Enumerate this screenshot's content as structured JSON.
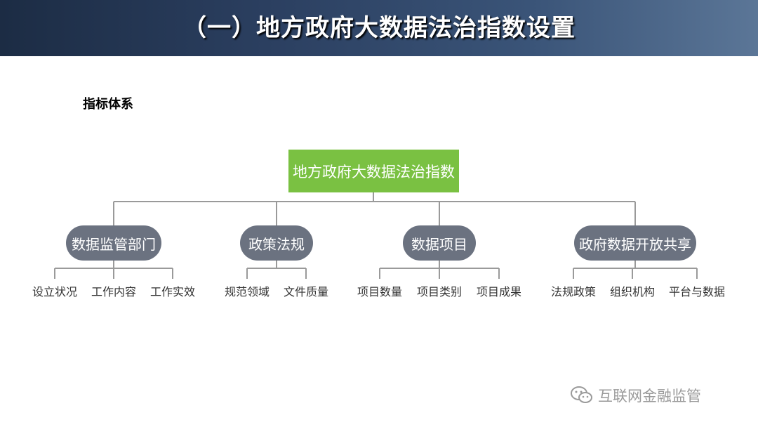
{
  "header": {
    "title": "（一）地方政府大数据法治指数设置"
  },
  "section_label": "指标体系",
  "root": "地方政府大数据法治指数",
  "categories": [
    {
      "label": "数据监管部门",
      "children": [
        "设立状况",
        "工作内容",
        "工作实效"
      ]
    },
    {
      "label": "政策法规",
      "children": [
        "规范领域",
        "文件质量"
      ]
    },
    {
      "label": "数据项目",
      "children": [
        "项目数量",
        "项目类别",
        "项目成果"
      ]
    },
    {
      "label": "政府数据开放共享",
      "children": [
        "法规政策",
        "组织机构",
        "平台与数据"
      ]
    }
  ],
  "watermark": {
    "text": "互联网金融监管",
    "icon": "wechat-icon"
  },
  "colors": {
    "root_box": "#7ac142",
    "category_pill": "#6b7280",
    "connector": "#9a9a9a"
  }
}
